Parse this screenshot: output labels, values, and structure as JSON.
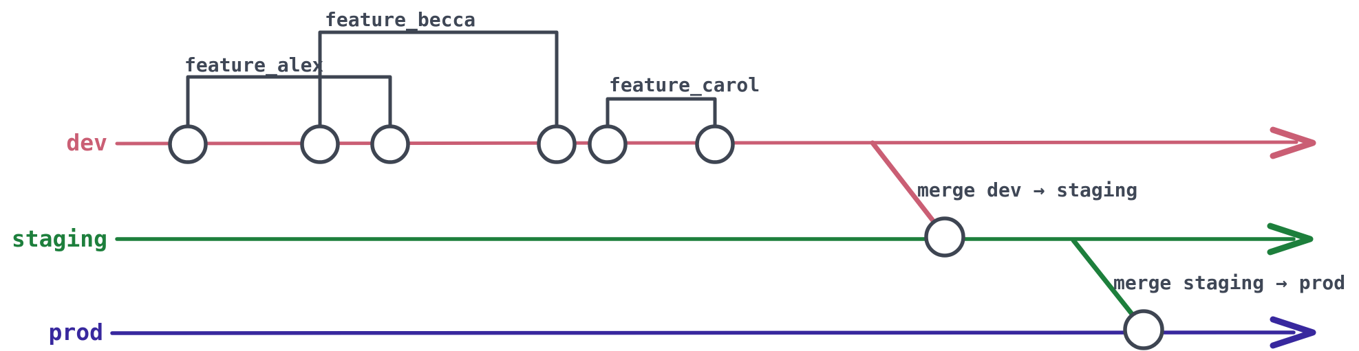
{
  "colors": {
    "dev": "#ca5e74",
    "staging": "#1d7f3c",
    "prod": "#38289e",
    "ink": "#3e4552",
    "text": "#3f4756",
    "node_fill": "#ffffff"
  },
  "branches": {
    "dev": {
      "label": "dev"
    },
    "staging": {
      "label": "staging"
    },
    "prod": {
      "label": "prod"
    }
  },
  "features": {
    "alex": {
      "label": "feature_alex"
    },
    "becca": {
      "label": "feature_becca"
    },
    "carol": {
      "label": "feature_carol"
    }
  },
  "merges": {
    "dev_to_staging": {
      "label": "merge dev → staging"
    },
    "staging_to_prod": {
      "label": "merge staging → prod"
    }
  }
}
